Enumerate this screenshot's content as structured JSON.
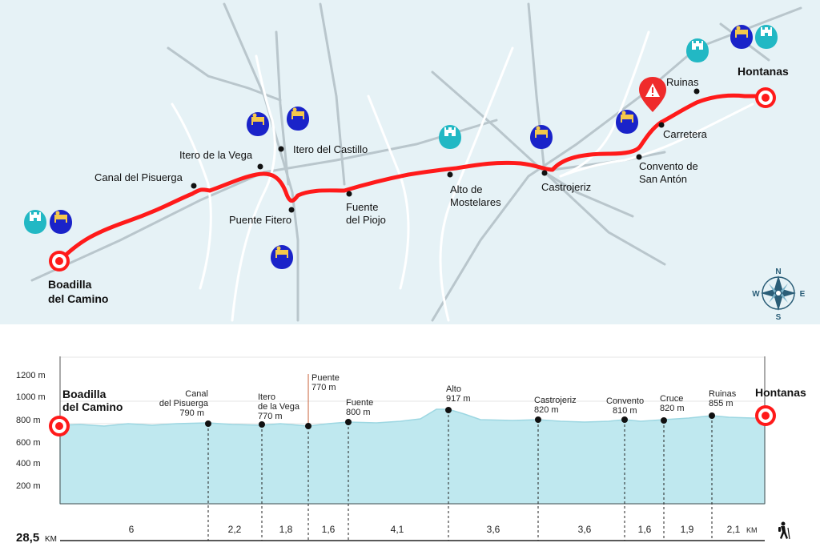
{
  "colors": {
    "route": "#ff1a1a",
    "map_bg": "#e6f2f6",
    "river": "#ffffff",
    "road": "#b9c6cc",
    "pin_albergue": "#1a23c9",
    "pin_castle": "#22b8c4",
    "pin_warning": "#ef2b2b",
    "profile_fill": "#bfe8ef",
    "profile_line": "#9dd7e2"
  },
  "map": {
    "start": {
      "line1": "Boadilla",
      "line2": "del Camino"
    },
    "end": "Hontanas",
    "places": [
      {
        "id": "canal",
        "lines": [
          "Canal del Pisuerga"
        ]
      },
      {
        "id": "itero-vega",
        "lines": [
          "Itero de la Vega"
        ]
      },
      {
        "id": "itero-castillo",
        "lines": [
          "Itero del Castillo"
        ]
      },
      {
        "id": "puente-fitero",
        "lines": [
          "Puente Fitero"
        ]
      },
      {
        "id": "fuente-piojo",
        "lines": [
          "Fuente",
          "del Piojo"
        ]
      },
      {
        "id": "alto-mostelares",
        "lines": [
          "Alto de",
          "Mostelares"
        ]
      },
      {
        "id": "castrojeriz",
        "lines": [
          "Castrojeriz"
        ]
      },
      {
        "id": "convento",
        "lines": [
          "Convento de",
          "San Antón"
        ]
      },
      {
        "id": "carretera",
        "lines": [
          "Carretera"
        ]
      },
      {
        "id": "ruinas",
        "lines": [
          "Ruinas"
        ]
      }
    ],
    "icons": [
      "albergue-pin-icon",
      "castle-pin-icon",
      "warning-pin-icon",
      "compass-rose-icon",
      "target-icon"
    ],
    "compass": [
      "N",
      "E",
      "S",
      "W"
    ]
  },
  "profile": {
    "start": {
      "line1": "Boadilla",
      "line2": "del Camino"
    },
    "end": "Hontanas",
    "y_axis": [
      "1200 m",
      "1000 m",
      "800 m",
      "600 m",
      "400 m",
      "200 m"
    ],
    "total": "28,5",
    "total_unit": "KM",
    "unit_km": "KM",
    "hiker_icon": "hiker-icon",
    "waypoints": [
      {
        "lines": [
          "Canal",
          "del Pisuerga",
          "790 m"
        ],
        "elevation_m": 790,
        "km": 6.0
      },
      {
        "lines": [
          "Itero",
          "de la Vega",
          "770 m"
        ],
        "elevation_m": 770,
        "km": 8.2
      },
      {
        "lines": [
          "Puente",
          "770 m"
        ],
        "elevation_m": 770,
        "km": 10.0
      },
      {
        "lines": [
          "Fuente",
          "800 m"
        ],
        "elevation_m": 800,
        "km": 11.6
      },
      {
        "lines": [
          "Alto",
          "917 m"
        ],
        "elevation_m": 917,
        "km": 15.7
      },
      {
        "lines": [
          "Castrojeriz",
          "820 m"
        ],
        "elevation_m": 820,
        "km": 19.3
      },
      {
        "lines": [
          "Convento",
          "810 m"
        ],
        "elevation_m": 810,
        "km": 22.9
      },
      {
        "lines": [
          "Cruce",
          "820 m"
        ],
        "elevation_m": 820,
        "km": 24.5
      },
      {
        "lines": [
          "Ruinas",
          "855 m"
        ],
        "elevation_m": 855,
        "km": 26.4
      }
    ],
    "segments": [
      "6",
      "2,2",
      "1,8",
      "1,6",
      "4,1",
      "3,6",
      "3,6",
      "1,6",
      "1,9",
      "2,1"
    ]
  }
}
